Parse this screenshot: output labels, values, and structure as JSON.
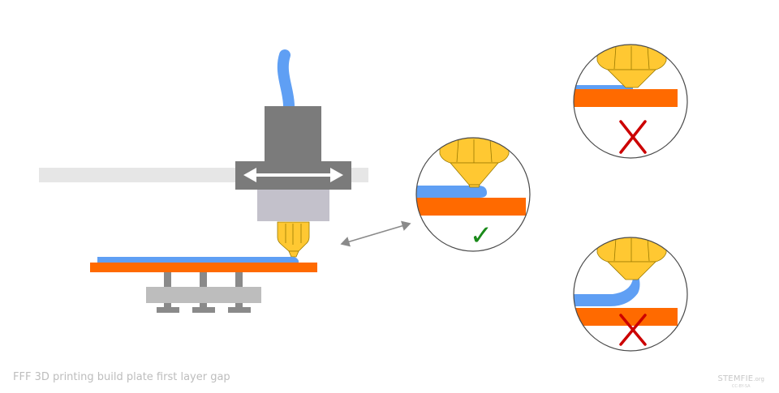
{
  "caption": "FFF 3D printing build plate first layer gap",
  "brand": {
    "name": "STEMFIE",
    "tld": ".org",
    "license": "CC-BY-SA"
  },
  "marks": {
    "correct": "✓",
    "wrong": "✗"
  },
  "colors": {
    "filament": "#5f9ff4",
    "build_plate": "#ff6a00",
    "nozzle": "#ffc832",
    "nozzle_outline": "#9a7a00",
    "extruder_body": "#7b7b7b",
    "heater_block": "#c3c1cb",
    "rail": "#e6e6e6",
    "correct_mark": "#1a8a1a",
    "wrong_mark": "#cc0000"
  },
  "icons": [
    "double-arrow-icon",
    "check-mark-icon",
    "cross-mark-icon"
  ]
}
